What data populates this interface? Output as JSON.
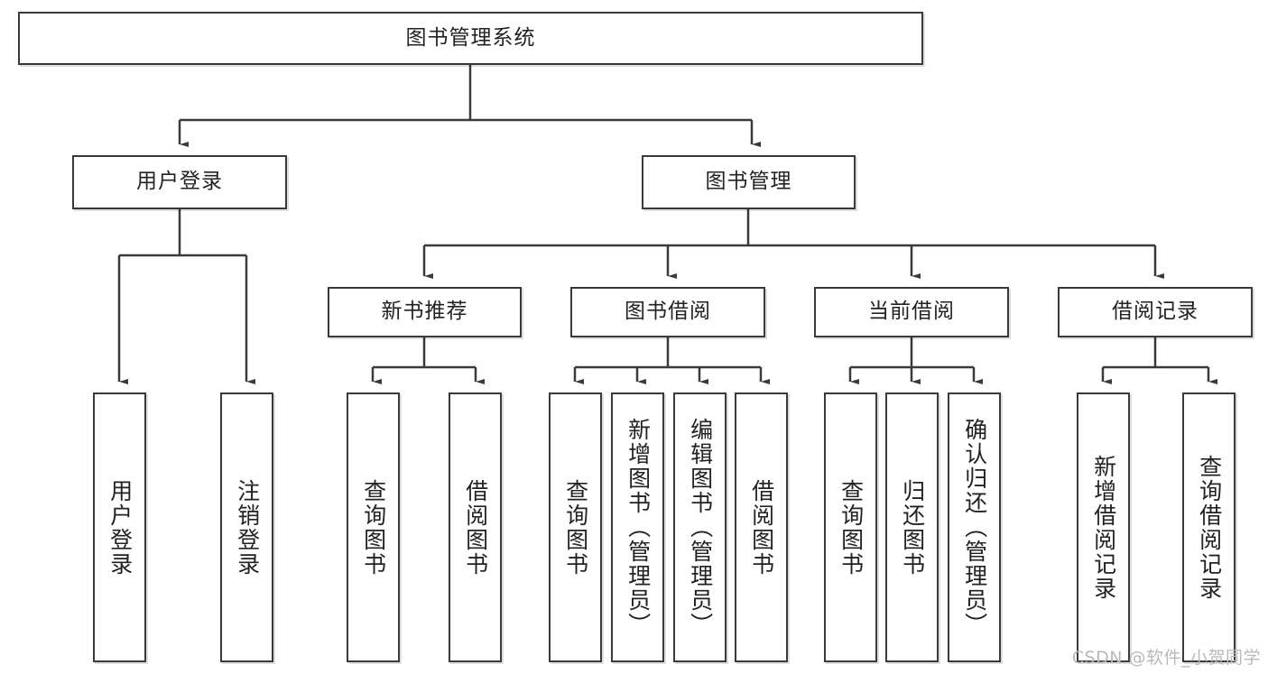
{
  "diagram": {
    "type": "tree",
    "title": "图书管理系统",
    "root": {
      "label": "图书管理系统"
    },
    "level2": [
      {
        "label": "用户登录"
      },
      {
        "label": "图书管理"
      }
    ],
    "level3": [
      {
        "label": "新书推荐"
      },
      {
        "label": "图书借阅"
      },
      {
        "label": "当前借阅"
      },
      {
        "label": "借阅记录"
      }
    ],
    "leaves": {
      "user_login": [
        {
          "label": "用户登录"
        },
        {
          "label": "注销登录"
        }
      ],
      "new_book_recommend": [
        {
          "label": "查询图书"
        },
        {
          "label": "借阅图书"
        }
      ],
      "book_borrow": [
        {
          "label": "查询图书"
        },
        {
          "label": "新增图书（管理员）"
        },
        {
          "label": "编辑图书（管理员）"
        },
        {
          "label": "借阅图书"
        }
      ],
      "current_borrow": [
        {
          "label": "查询图书"
        },
        {
          "label": "归还图书"
        },
        {
          "label": "确认归还（管理员）"
        }
      ],
      "borrow_record": [
        {
          "label": "新增借阅记录"
        },
        {
          "label": "查询借阅记录"
        }
      ]
    }
  },
  "watermark": {
    "text": "CSDN @软件_小贺同学"
  },
  "colors": {
    "stroke": "#3a3a3a",
    "text": "#222222",
    "background": "#ffffff",
    "watermark": "#b9b9b9"
  }
}
